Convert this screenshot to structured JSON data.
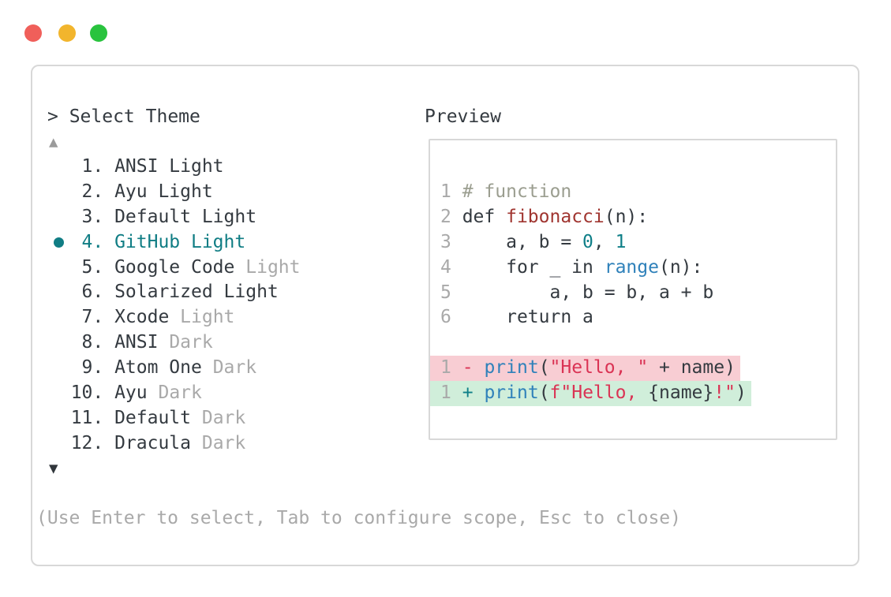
{
  "window": {
    "traffic_lights": [
      "#f05f5a",
      "#f2b52d",
      "#29c33e"
    ],
    "header": "> Select Theme",
    "preview_label": "Preview",
    "scroll_up": "▲",
    "scroll_down": "▼",
    "help_text": "(Use Enter to select, Tab to configure scope, Esc to close)"
  },
  "theme_list": {
    "selected_index": 3,
    "items": [
      {
        "number": "1",
        "name": "ANSI Light",
        "muted": ""
      },
      {
        "number": "2",
        "name": "Ayu Light",
        "muted": ""
      },
      {
        "number": "3",
        "name": "Default Light",
        "muted": ""
      },
      {
        "number": "4",
        "name": "GitHub Light",
        "muted": ""
      },
      {
        "number": "5",
        "name": "Google Code",
        "muted": "Light"
      },
      {
        "number": "6",
        "name": "Solarized Light",
        "muted": ""
      },
      {
        "number": "7",
        "name": "Xcode",
        "muted": "Light"
      },
      {
        "number": "8",
        "name": "ANSI",
        "muted": "Dark"
      },
      {
        "number": "9",
        "name": "Atom One",
        "muted": "Dark"
      },
      {
        "number": "10",
        "name": "Ayu",
        "muted": "Dark"
      },
      {
        "number": "11",
        "name": "Default",
        "muted": "Dark"
      },
      {
        "number": "12",
        "name": "Dracula",
        "muted": "Dark"
      }
    ]
  },
  "preview_code": {
    "lines": [
      {
        "bg": "",
        "tokens": [
          {
            "t": "1",
            "c": "ln"
          },
          {
            "t": " ",
            "c": "txt"
          },
          {
            "t": "# function",
            "c": "com"
          }
        ]
      },
      {
        "bg": "",
        "tokens": [
          {
            "t": "2",
            "c": "ln"
          },
          {
            "t": " def ",
            "c": "txt"
          },
          {
            "t": "fibonacci",
            "c": "fn"
          },
          {
            "t": "(n):",
            "c": "txt"
          }
        ]
      },
      {
        "bg": "",
        "tokens": [
          {
            "t": "3",
            "c": "ln"
          },
          {
            "t": "     a, b = ",
            "c": "txt"
          },
          {
            "t": "0",
            "c": "numtk"
          },
          {
            "t": ", ",
            "c": "txt"
          },
          {
            "t": "1",
            "c": "numtk"
          }
        ]
      },
      {
        "bg": "",
        "tokens": [
          {
            "t": "4",
            "c": "ln"
          },
          {
            "t": "     for _ in ",
            "c": "txt"
          },
          {
            "t": "range",
            "c": "blt"
          },
          {
            "t": "(n):",
            "c": "txt"
          }
        ]
      },
      {
        "bg": "",
        "tokens": [
          {
            "t": "5",
            "c": "ln"
          },
          {
            "t": "         a, b = b, a + b",
            "c": "txt"
          }
        ]
      },
      {
        "bg": "",
        "tokens": [
          {
            "t": "6",
            "c": "ln"
          },
          {
            "t": "     return a",
            "c": "txt"
          }
        ]
      },
      {
        "bg": "",
        "tokens": []
      },
      {
        "bg": "del",
        "tokens": [
          {
            "t": "1",
            "c": "ln"
          },
          {
            "t": " ",
            "c": "txt"
          },
          {
            "t": "-",
            "c": "deltk"
          },
          {
            "t": " ",
            "c": "txt"
          },
          {
            "t": "print",
            "c": "blt"
          },
          {
            "t": "(",
            "c": "txt"
          },
          {
            "t": "\"Hello, \"",
            "c": "str"
          },
          {
            "t": " + name)",
            "c": "txt"
          }
        ]
      },
      {
        "bg": "add",
        "tokens": [
          {
            "t": "1",
            "c": "ln"
          },
          {
            "t": " ",
            "c": "txt"
          },
          {
            "t": "+",
            "c": "addtk"
          },
          {
            "t": " ",
            "c": "txt"
          },
          {
            "t": "print",
            "c": "blt"
          },
          {
            "t": "(",
            "c": "txt"
          },
          {
            "t": "f\"Hello, ",
            "c": "str"
          },
          {
            "t": "{name}",
            "c": "txt"
          },
          {
            "t": "!\"",
            "c": "str"
          },
          {
            "t": ")",
            "c": "txt"
          }
        ]
      }
    ]
  },
  "colors": {
    "text": "#343a40",
    "muted": "#a9a9a9",
    "teal": "#107d84",
    "comment": "#9b9e90",
    "fn": "#a03530",
    "blue": "#2f81ba",
    "string": "#da3354",
    "num": "#0f7f88",
    "delbg": "#f8cdd3",
    "addbg": "#d0eeda",
    "border": "#d8d8d8",
    "darkarrow": "#30363b"
  }
}
